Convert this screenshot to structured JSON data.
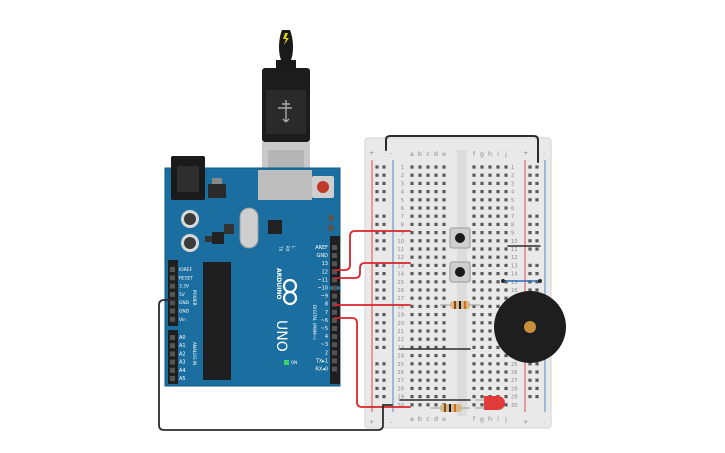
{
  "colors": {
    "board": "#1a6fa0",
    "board_edge": "#0f5a86",
    "breadboard": "#e9e9e9",
    "wire_red": "#d9252a",
    "wire_black": "#2b2b2b",
    "led": "#e23b3b",
    "buzzer": "#1e1e1e",
    "buzzer_center": "#c9913b",
    "rail_red": "#d9252a",
    "rail_blue": "#2b6fb8"
  },
  "arduino": {
    "brand": "ARDUINO",
    "model": "UNO",
    "on_label": "ON",
    "tx_label": "TX",
    "rx_label": "RX",
    "l_label": "L",
    "digital_label": "DIGITAL (PWM~)",
    "power_label": "POWER",
    "analog_label": "ANALOG IN",
    "header_right": [
      "AREF",
      "GND",
      "13",
      "12",
      "~11",
      "~10",
      "~9",
      "8",
      "7",
      "~6",
      "~5",
      "4",
      "~3",
      "2",
      "TX▸1",
      "RX◂0"
    ],
    "header_left_power": [
      "IOREF",
      "RESET",
      "3.3V",
      "5V",
      "GND",
      "GND",
      "Vin"
    ],
    "header_left_analog": [
      "A0",
      "A1",
      "A2",
      "A3",
      "A4",
      "A5"
    ]
  },
  "breadboard": {
    "columns_left": [
      "a",
      "b",
      "c",
      "d",
      "e"
    ],
    "columns_right": [
      "f",
      "g",
      "h",
      "i",
      "j"
    ],
    "rail_plus": "+",
    "rail_minus": "-",
    "rows": [
      "1",
      "2",
      "3",
      "4",
      "5",
      "6",
      "7",
      "8",
      "9",
      "10",
      "11",
      "12",
      "13",
      "14",
      "15",
      "16",
      "17",
      "18",
      "19",
      "20",
      "21",
      "22",
      "23",
      "24",
      "25",
      "26",
      "27",
      "28",
      "29",
      "30"
    ]
  },
  "components": [
    "usb-cable",
    "arduino-uno",
    "breadboard",
    "pushbutton-1",
    "pushbutton-2",
    "resistor-1",
    "resistor-2",
    "led",
    "piezo-buzzer"
  ]
}
